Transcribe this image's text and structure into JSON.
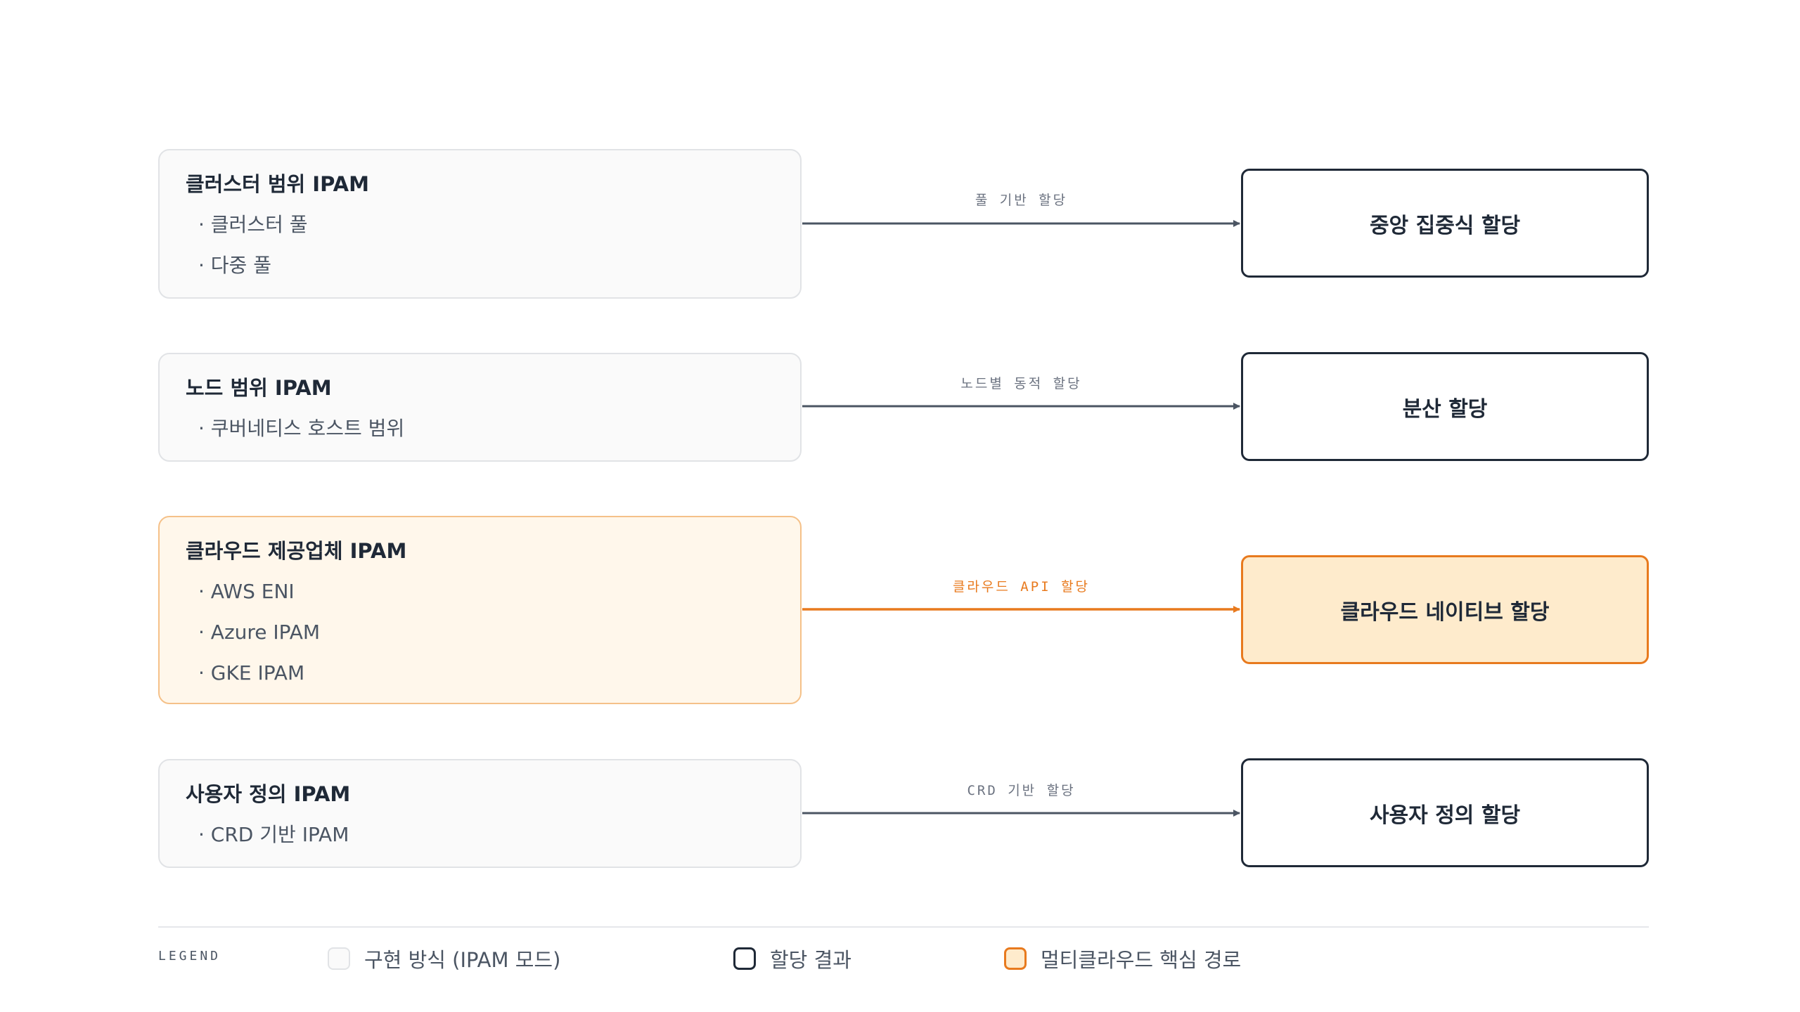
{
  "modes": [
    {
      "title": "클러스터 범위 IPAM",
      "items": [
        "· 클러스터 풀",
        "· 다중 풀"
      ]
    },
    {
      "title": "노드 범위 IPAM",
      "items": [
        "· 쿠버네티스 호스트 범위"
      ]
    },
    {
      "title": "클라우드 제공업체 IPAM",
      "items": [
        "· AWS ENI",
        "· Azure IPAM",
        "· GKE IPAM"
      ]
    },
    {
      "title": "사용자 정의 IPAM",
      "items": [
        "· CRD 기반 IPAM"
      ]
    }
  ],
  "arrows": [
    "풀 기반 할당",
    "노드별 동적 할당",
    "클라우드 API 할당",
    "CRD 기반 할당"
  ],
  "results": [
    "중앙 집중식 할당",
    "분산 할당",
    "클라우드 네이티브 할당",
    "사용자 정의 할당"
  ],
  "legend": {
    "title": "LEGEND",
    "mode_label": "구현 방식 (IPAM 모드)",
    "result_label": "할당 결과",
    "multi_label": "멀티클라우드 핵심 경로"
  },
  "colors": {
    "accent": "#e87a1e",
    "accent_fill": "#feebcc",
    "mode_fill": "#fafafa",
    "dark": "#1f2937",
    "edge": "#4b5563"
  }
}
